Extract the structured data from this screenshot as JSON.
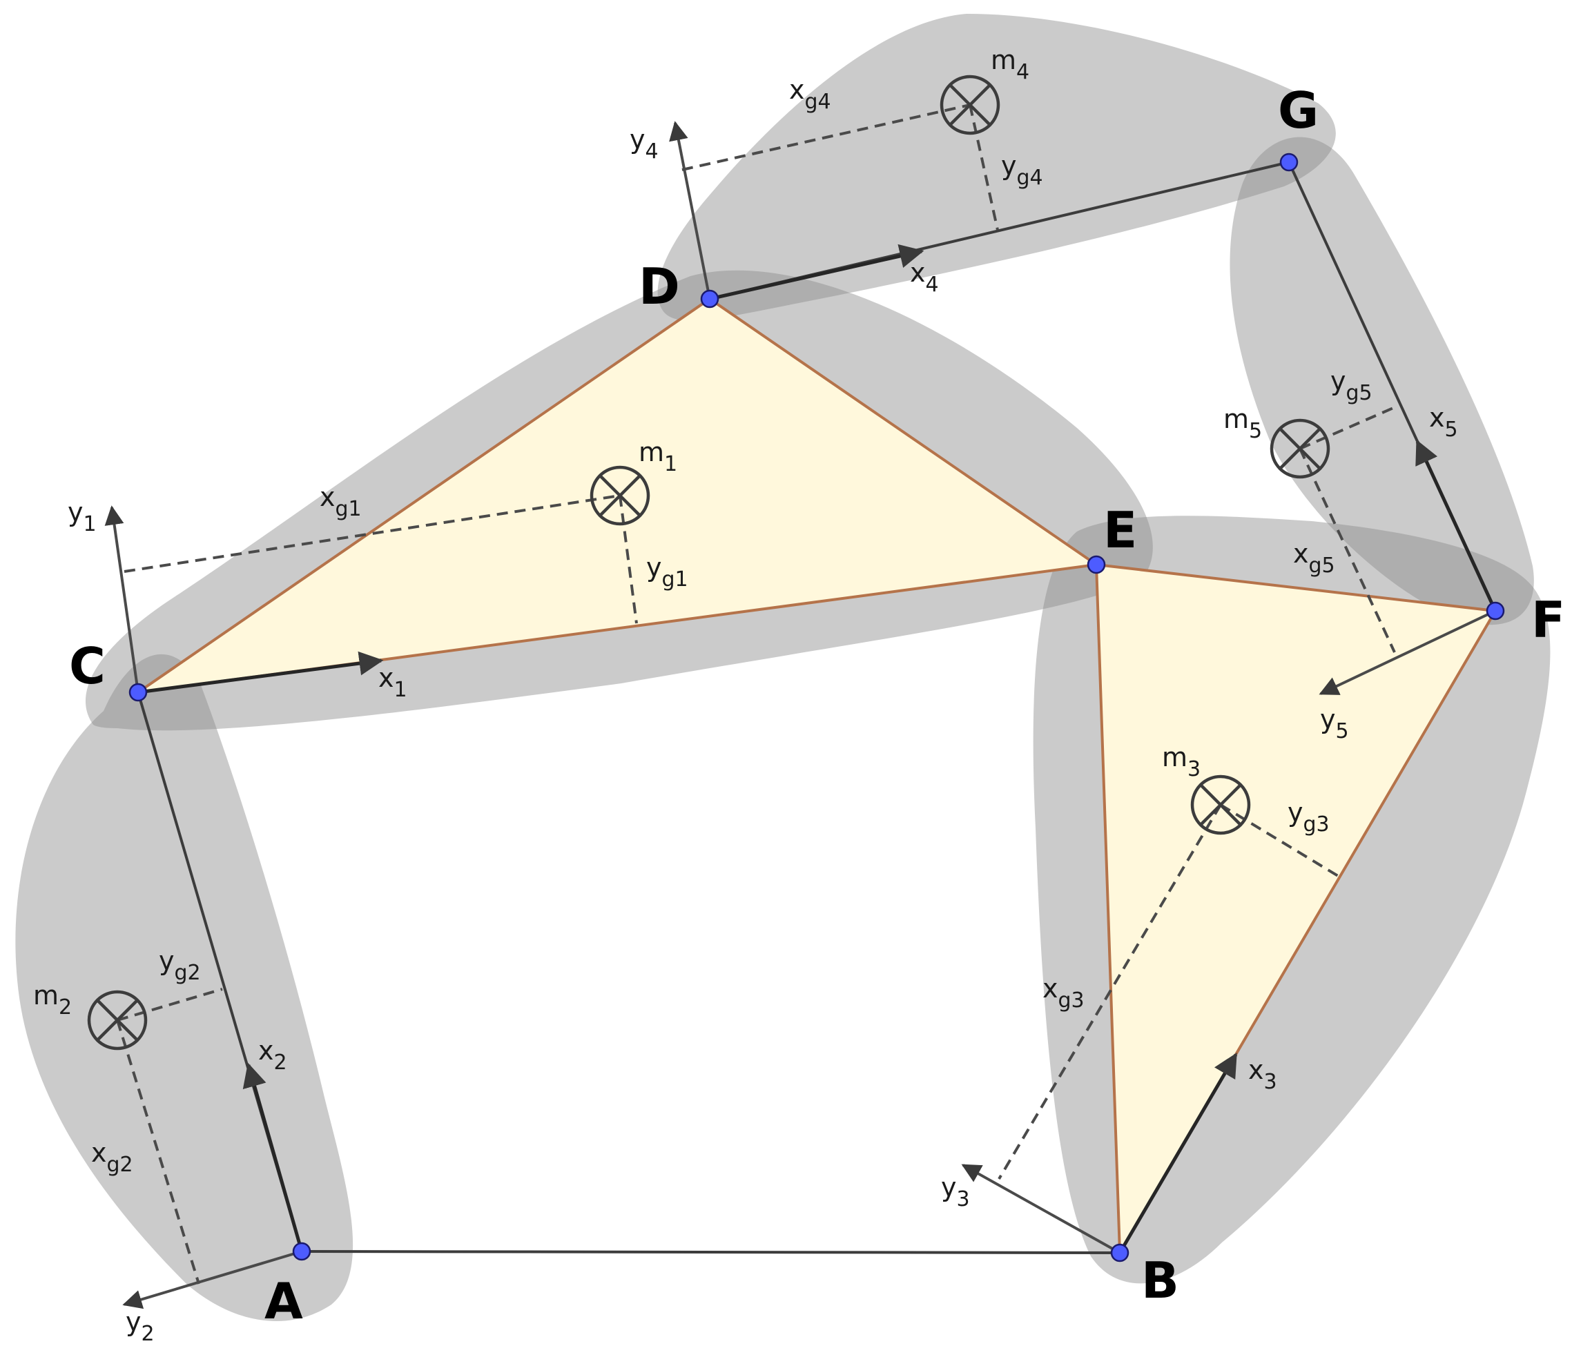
{
  "points": {
    "A": "A",
    "B": "B",
    "C": "C",
    "D": "D",
    "E": "E",
    "F": "F",
    "G": "G"
  },
  "masses": {
    "m1": {
      "base": "m",
      "sub": "1"
    },
    "m2": {
      "base": "m",
      "sub": "2"
    },
    "m3": {
      "base": "m",
      "sub": "3"
    },
    "m4": {
      "base": "m",
      "sub": "4"
    },
    "m5": {
      "base": "m",
      "sub": "5"
    }
  },
  "axes": {
    "x1": {
      "base": "x",
      "sub": "1"
    },
    "y1": {
      "base": "y",
      "sub": "1"
    },
    "x2": {
      "base": "x",
      "sub": "2"
    },
    "y2": {
      "base": "y",
      "sub": "2"
    },
    "x3": {
      "base": "x",
      "sub": "3"
    },
    "y3": {
      "base": "y",
      "sub": "3"
    },
    "x4": {
      "base": "x",
      "sub": "4"
    },
    "y4": {
      "base": "y",
      "sub": "4"
    },
    "x5": {
      "base": "x",
      "sub": "5"
    },
    "y5": {
      "base": "y",
      "sub": "5"
    }
  },
  "offsets": {
    "xg1": {
      "base": "x",
      "sub": "g1"
    },
    "yg1": {
      "base": "y",
      "sub": "g1"
    },
    "xg2": {
      "base": "x",
      "sub": "g2"
    },
    "yg2": {
      "base": "y",
      "sub": "g2"
    },
    "xg3": {
      "base": "x",
      "sub": "g3"
    },
    "yg3": {
      "base": "y",
      "sub": "g3"
    },
    "xg4": {
      "base": "x",
      "sub": "g4"
    },
    "yg4": {
      "base": "y",
      "sub": "g4"
    },
    "xg5": {
      "base": "x",
      "sub": "g5"
    },
    "yg5": {
      "base": "y",
      "sub": "g5"
    }
  },
  "colors": {
    "joint": "#4d5cff",
    "triangle_fill": "#fff8dc",
    "triangle_edge": "#b5734a",
    "link_shadow": "#8c8c8c"
  }
}
